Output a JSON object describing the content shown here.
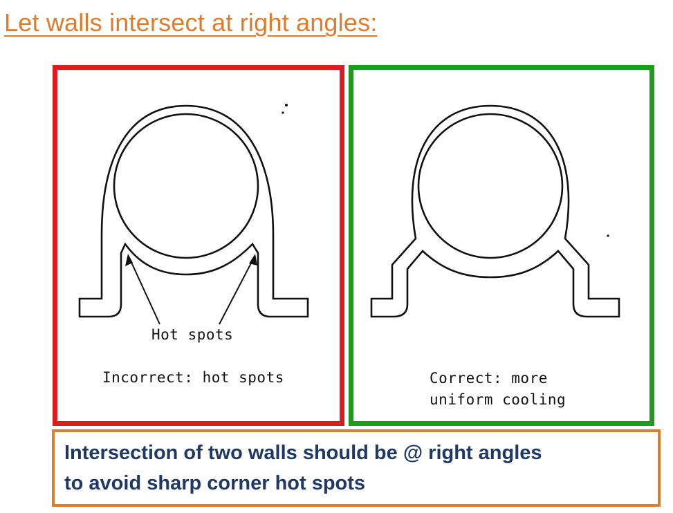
{
  "title": "Let walls intersect at right angles:",
  "incorrect_panel": {
    "frame_color": "#e01b1b",
    "label": "Hot spots",
    "caption": "Incorrect: hot spots"
  },
  "correct_panel": {
    "frame_color": "#1e9a1e",
    "caption_line1": "Correct: more",
    "caption_line2": "uniform cooling"
  },
  "summary": {
    "line1": "Intersection of two walls should be @ right angles",
    "line2": "to avoid sharp corner hot spots",
    "text_color": "#1f3864",
    "border_color": "#e07b2a"
  },
  "accent_color": "#e07b2a"
}
